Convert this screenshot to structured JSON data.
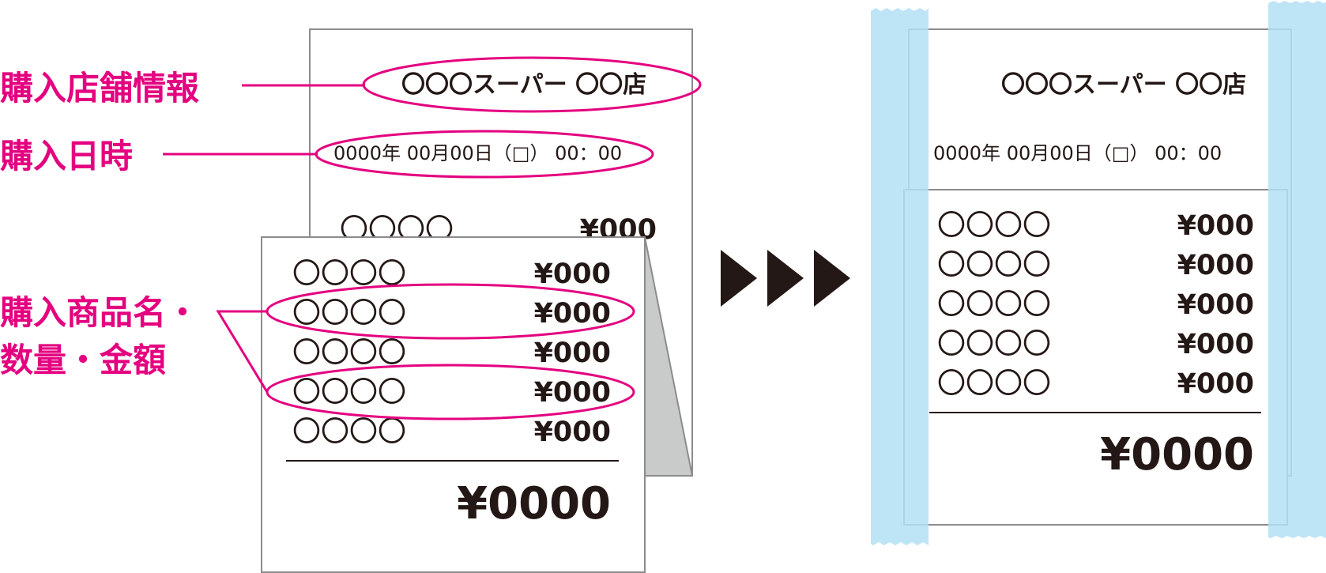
{
  "labels": {
    "store_info": "購入店舗情報",
    "purchase_datetime": "購入日時",
    "items_line1": "購入商品名・",
    "items_line2": "数量・金額"
  },
  "receipt": {
    "store_name": "〇〇〇スーパー 〇〇店",
    "datetime": "0000年 00月00日（□） 00：00",
    "items": [
      {
        "name": "〇〇〇〇",
        "price": "¥000"
      },
      {
        "name": "〇〇〇〇",
        "price": "¥000"
      },
      {
        "name": "〇〇〇〇",
        "price": "¥000"
      },
      {
        "name": "〇〇〇〇",
        "price": "¥000"
      },
      {
        "name": "〇〇〇〇",
        "price": "¥000"
      }
    ],
    "total": "¥0000"
  },
  "colors": {
    "highlight": "#e4007f",
    "tape": "#b3e0f5",
    "ink": "#231815",
    "fold": "#c9caca",
    "arrow": "#231815"
  }
}
